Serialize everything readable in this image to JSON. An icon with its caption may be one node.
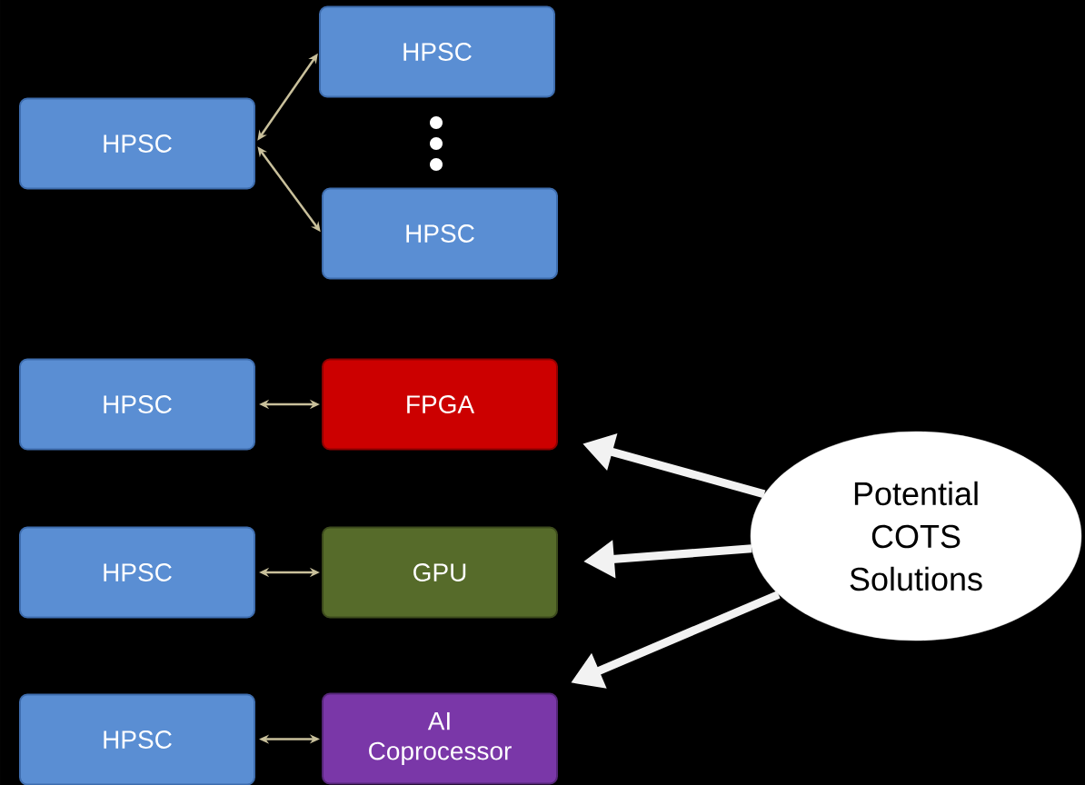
{
  "diagram": {
    "nodes": [
      {
        "text": [
          "HPSC"
        ]
      },
      {
        "text": [
          "HPSC"
        ]
      },
      {
        "text": [
          "HPSC"
        ]
      },
      {
        "text": [
          "HPSC"
        ]
      },
      {
        "text": [
          "FPGA"
        ]
      },
      {
        "text": [
          "HPSC"
        ]
      },
      {
        "text": [
          "GPU"
        ]
      },
      {
        "text": [
          "HPSC"
        ]
      },
      {
        "text": [
          "AI Coprocessor"
        ]
      },
      {
        "text": [
          "Potential COTS Solutions"
        ]
      }
    ],
    "edges": [
      {
        "from": 0,
        "to": 1,
        "arrow": "both"
      },
      {
        "from": 0,
        "to": 2,
        "arrow": "both"
      },
      {
        "from": 3,
        "to": 4,
        "arrow": "both"
      },
      {
        "from": 5,
        "to": 6,
        "arrow": "both"
      },
      {
        "from": 7,
        "to": 8,
        "arrow": "both"
      },
      {
        "from": 9,
        "to": 4,
        "arrow": "to",
        "style": "thick",
        "color": "#f2f2f2"
      },
      {
        "from": 9,
        "to": 6,
        "arrow": "to",
        "style": "thick",
        "color": "#f2f2f2"
      },
      {
        "from": 9,
        "to": 8,
        "arrow": "to",
        "style": "thick",
        "color": "#f2f2f2"
      }
    ]
  }
}
